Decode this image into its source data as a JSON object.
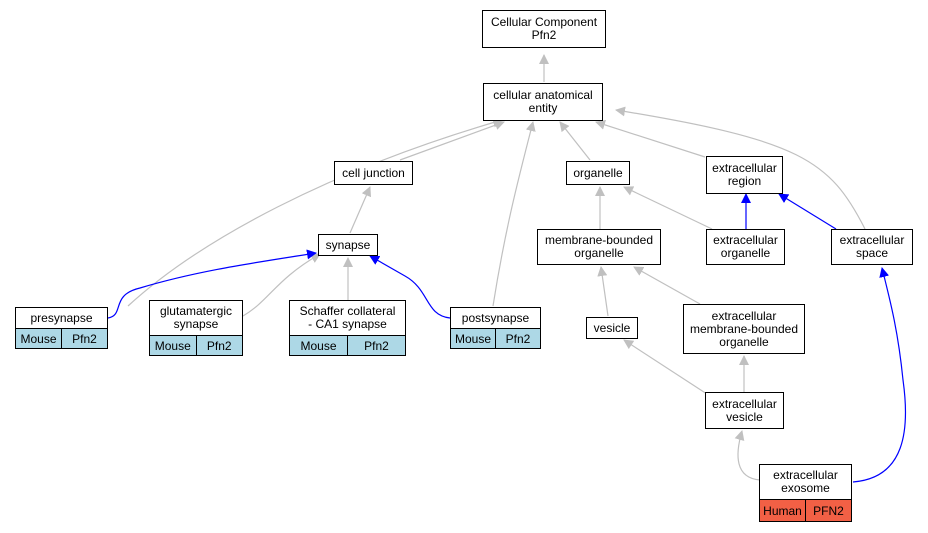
{
  "nodes": {
    "cc": "Cellular Component\nPfn2",
    "cae": "cellular anatomical\nentity",
    "cj": "cell junction",
    "org": "organelle",
    "ecr": "extracellular\nregion",
    "syn": "synapse",
    "mbo": "membrane-bounded\norganelle",
    "eco": "extracellular\norganelle",
    "ecs": "extracellular\nspace",
    "pre": "presynapse",
    "glu": "glutamatergic\nsynapse",
    "sch": "Schaffer collateral\n- CA1 synapse",
    "post": "postsynapse",
    "ves": "vesicle",
    "embo": "extracellular\nmembrane-bounded\norganelle",
    "ev": "extracellular\nvesicle",
    "exo": "extracellular\nexosome"
  },
  "annotations": {
    "pre": [
      "Mouse",
      "Pfn2"
    ],
    "glu": [
      "Mouse",
      "Pfn2"
    ],
    "sch": [
      "Mouse",
      "Pfn2"
    ],
    "post": [
      "Mouse",
      "Pfn2"
    ],
    "exo": [
      "Human",
      "PFN2"
    ]
  },
  "colors": {
    "is_a_edge": "#c0c0c0",
    "part_of_edge": "#0000ff",
    "mouse_row": "#add8e6",
    "human_row": "#f26045"
  }
}
